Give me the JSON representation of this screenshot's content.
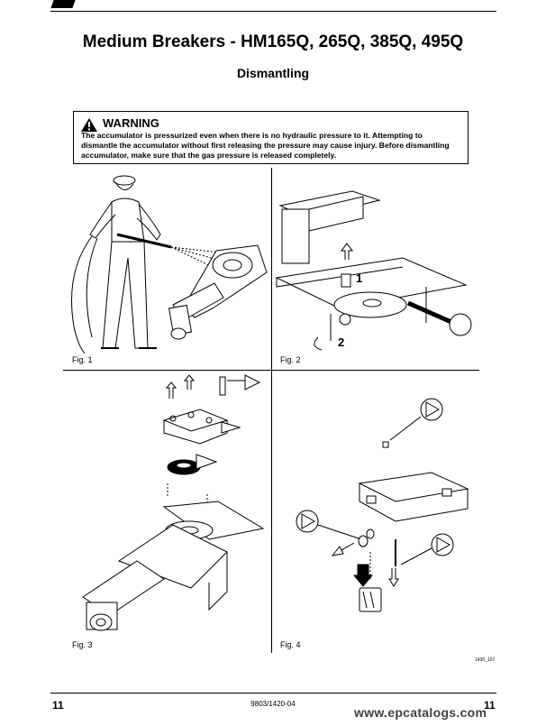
{
  "header": {
    "title": "Medium Breakers - HM165Q, 265Q, 385Q, 495Q",
    "subtitle": "Dismantling"
  },
  "warning": {
    "heading": "WARNING",
    "body": "The accumulator is pressurized even when there is no hydraulic pressure to it. Attempting to dismantle the accumulator without first releasing the pressure may cause injury. Before dismantling accumulator, make sure that the gas pressure is released completely."
  },
  "figures": [
    {
      "label": "Fig. 1"
    },
    {
      "label": "Fig. 2",
      "callouts": [
        "1",
        "2"
      ]
    },
    {
      "label": "Fig. 3"
    },
    {
      "label": "Fig. 4"
    }
  ],
  "reference": "1430_107",
  "footer": {
    "page_left": "11",
    "doc_code": "9803/1420-04",
    "page_right": "11"
  },
  "watermark": "www.epcatalogs.com"
}
